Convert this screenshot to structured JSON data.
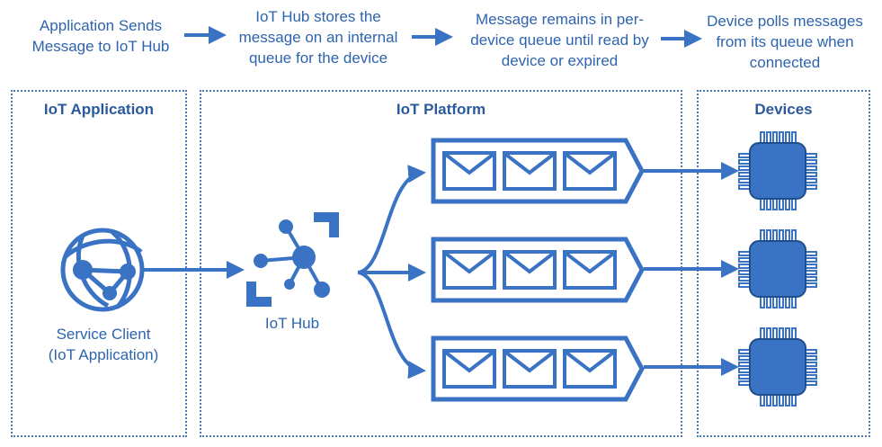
{
  "steps": [
    "Application Sends Message to IoT Hub",
    "IoT Hub stores the message on an internal queue for the device",
    "Message remains in per-device queue until read by device or expired",
    "Device polls messages from its queue when connected"
  ],
  "steps_lines": {
    "s1": [
      "Application Sends",
      "Message to IoT Hub"
    ],
    "s2": [
      "IoT Hub stores the",
      "message on an internal",
      "queue for the device"
    ],
    "s3": [
      "Message remains in per-",
      "device queue until read by",
      "device or expired"
    ],
    "s4": [
      "Device polls messages",
      "from its queue when",
      "connected"
    ]
  },
  "panels": {
    "application": "IoT Application",
    "platform": "IoT Platform",
    "devices": "Devices"
  },
  "labels": {
    "service_client": [
      "Service Client",
      "(IoT Application)"
    ],
    "iot_hub": "IoT Hub"
  },
  "colors": {
    "primary": "#2e64ad",
    "fill": "#3a72c4",
    "dotted_border": "#4a78b5"
  },
  "icons": {
    "service_client": "globe-network-icon",
    "iot_hub": "iot-hub-icon",
    "queue": "message-queue-icon",
    "envelope": "envelope-icon",
    "device": "chip-icon"
  }
}
